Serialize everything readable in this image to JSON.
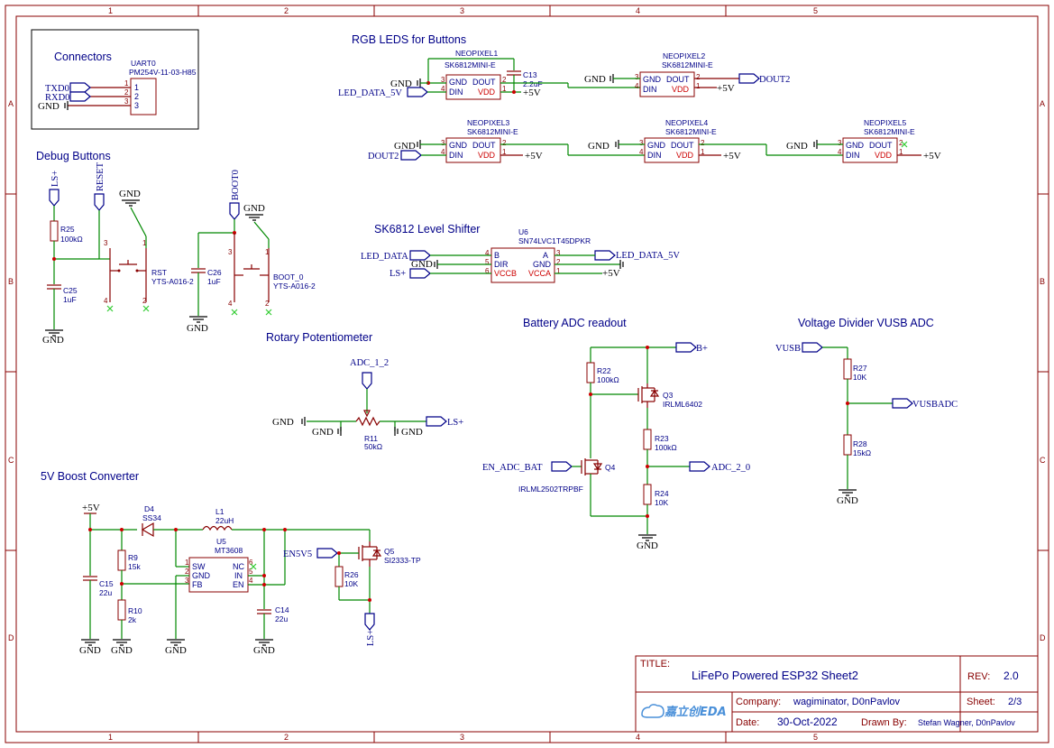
{
  "grid": {
    "columns": [
      "1",
      "2",
      "3",
      "4",
      "5"
    ],
    "rows": [
      "A",
      "B",
      "C",
      "D"
    ]
  },
  "sections": {
    "connectors": "Connectors",
    "debug_buttons": "Debug Buttons",
    "rgb_leds": "RGB LEDS for Buttons",
    "level_shifter": "SK6812 Level Shifter",
    "rotary_pot": "Rotary Potentiometer",
    "battery_adc": "Battery ADC readout",
    "vusb_adc": "Voltage Divider VUSB ADC",
    "boost": "5V Boost Converter"
  },
  "nets": {
    "txd0": "TXD0",
    "rxd0": "RXD0",
    "gnd": "GND",
    "ls_plus": "LS+",
    "reset": "RESET",
    "boot0": "BOOT0",
    "led_data_5v": "LED_DATA_5V",
    "led_data": "LED_DATA",
    "dout2": "DOUT2",
    "plus5v": "+5V",
    "adc_1_2": "ADC_1_2",
    "b_plus": "B+",
    "en_adc_bat": "EN_ADC_BAT",
    "adc_2_0": "ADC_2_0",
    "vusb": "VUSB",
    "vusbadc": "VUSBADC",
    "en5v5": "EN5V5",
    "plus5v_b": "+5V"
  },
  "parts": {
    "uart0": {
      "ref": "UART0",
      "value": "PM254V-11-03-H85",
      "pins": [
        "1",
        "2",
        "3"
      ]
    },
    "r25": {
      "ref": "R25",
      "value": "100kΩ"
    },
    "c25": {
      "ref": "C25",
      "value": "1uF"
    },
    "rst": {
      "ref": "RST",
      "value": "YTS-A016-2"
    },
    "c26": {
      "ref": "C26",
      "value": "1uF"
    },
    "boot": {
      "ref": "BOOT_0",
      "value": "YTS-A016-2"
    },
    "np1": {
      "ref": "NEOPIXEL1",
      "value": "SK6812MINI-E"
    },
    "np2": {
      "ref": "NEOPIXEL2",
      "value": "SK6812MINI-E"
    },
    "np3": {
      "ref": "NEOPIXEL3",
      "value": "SK6812MINI-E"
    },
    "np4": {
      "ref": "NEOPIXEL4",
      "value": "SK6812MINI-E"
    },
    "np5": {
      "ref": "NEOPIXEL5",
      "value": "SK6812MINI-E"
    },
    "c13": {
      "ref": "C13",
      "value": "2.2uF"
    },
    "u6": {
      "ref": "U6",
      "value": "SN74LVC1T45DPKR"
    },
    "r11": {
      "ref": "R11",
      "value": "50kΩ"
    },
    "r22": {
      "ref": "R22",
      "value": "100kΩ"
    },
    "q3": {
      "ref": "Q3",
      "value": "IRLML6402"
    },
    "r23": {
      "ref": "R23",
      "value": "100kΩ"
    },
    "q4": {
      "ref": "Q4",
      "value": "IRLML2502TRPBF"
    },
    "r24": {
      "ref": "R24",
      "value": "10K"
    },
    "r27": {
      "ref": "R27",
      "value": "10K"
    },
    "r28": {
      "ref": "R28",
      "value": "15kΩ"
    },
    "d4": {
      "ref": "D4",
      "value": "SS34"
    },
    "l1": {
      "ref": "L1",
      "value": "22uH"
    },
    "u5": {
      "ref": "U5",
      "value": "MT3608"
    },
    "r9": {
      "ref": "R9",
      "value": "15k"
    },
    "r10": {
      "ref": "R10",
      "value": "2k"
    },
    "c15": {
      "ref": "C15",
      "value": "22u"
    },
    "c14": {
      "ref": "C14",
      "value": "22u"
    },
    "q5": {
      "ref": "Q5",
      "value": "SI2333-TP"
    },
    "r26": {
      "ref": "R26",
      "value": "10K"
    }
  },
  "pins": {
    "gnd": "GND",
    "dout": "DOUT",
    "din": "DIN",
    "vdd": "VDD",
    "b": "B",
    "dir": "DIR",
    "vccb": "VCCB",
    "a": "A",
    "vcca": "VCCA",
    "sw": "SW",
    "fb": "FB",
    "nc": "NC",
    "in": "IN",
    "en": "EN"
  },
  "pin_numbers": {
    "n1": "1",
    "n2": "2",
    "n3": "3",
    "n4": "4",
    "n5": "5",
    "n6": "6"
  },
  "titleblock": {
    "title_label": "TITLE:",
    "title": "LiFePo Powered ESP32 Sheet2",
    "rev_label": "REV:",
    "rev": "2.0",
    "company_label": "Company:",
    "company": "wagiminator, D0nPavlov",
    "sheet_label": "Sheet:",
    "sheet": "2/3",
    "date_label": "Date:",
    "date": "30-Oct-2022",
    "drawn_label": "Drawn By:",
    "drawn": "Stefan Wagner, D0nPavlov",
    "logo_text": "嘉立创EDA"
  },
  "colors": {
    "wire": "#008800",
    "component": "#880000",
    "text": "#000088",
    "frame": "#880000"
  }
}
